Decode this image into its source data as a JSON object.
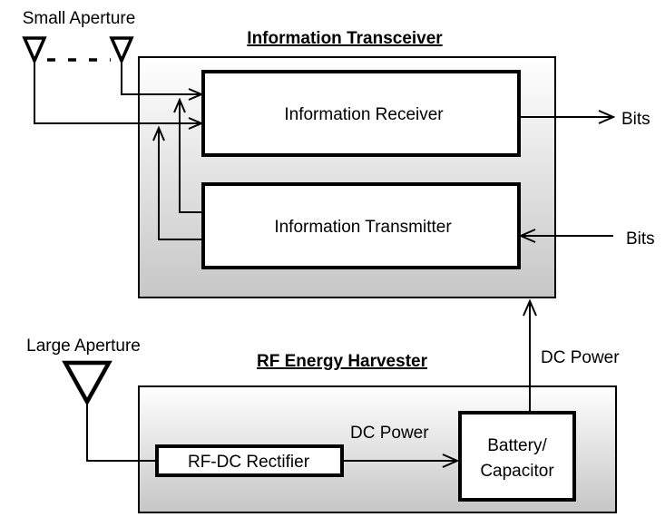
{
  "labels": {
    "small_aperture": "Small Aperture",
    "large_aperture": "Large Aperture",
    "transceiver_title": "Information Transceiver",
    "harvester_title": "RF Energy Harvester",
    "receiver": "Information Receiver",
    "transmitter": "Information Transmitter",
    "bits_out": "Bits",
    "bits_in": "Bits",
    "dc_power_vertical": "DC Power",
    "dc_power_horizontal": "DC Power",
    "rectifier": "RF-DC Rectifier",
    "battery_line1": "Battery/",
    "battery_line2": "Capacitor"
  },
  "colors": {
    "panel_top": "#ffffff",
    "panel_bottom": "#c8c8c8",
    "stroke": "#000000"
  }
}
